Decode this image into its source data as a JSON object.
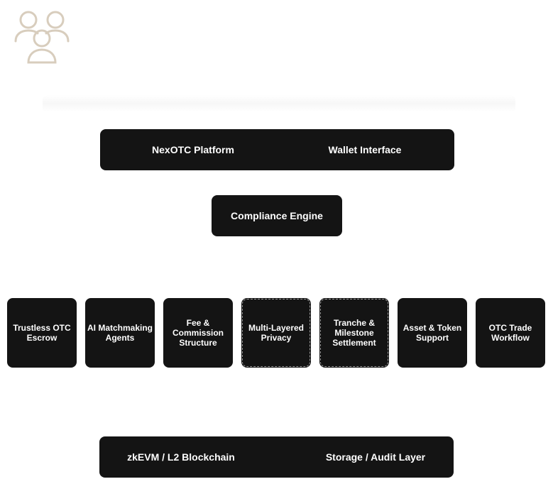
{
  "decor": {
    "icon": "users-group-icon",
    "icon_color": "#d8cdbd"
  },
  "colors": {
    "box_fill": "#141414",
    "box_text": "#ffffff"
  },
  "top_layer": {
    "left_label": "NexOTC Platform",
    "right_label": "Wallet Interface"
  },
  "compliance": {
    "label": "Compliance Engine"
  },
  "modules": [
    {
      "label": "Trustless OTC Escrow"
    },
    {
      "label": "AI Matchmaking Agents"
    },
    {
      "label": "Fee & Commission Structure"
    },
    {
      "label": "Multi-Layered Privacy"
    },
    {
      "label": "Tranche & Milestone Settlement"
    },
    {
      "label": "Asset & Token Support"
    },
    {
      "label": "OTC Trade Workflow"
    }
  ],
  "bottom_layer": {
    "left_label": "zkEVM / L2 Blockchain",
    "right_label": "Storage / Audit Layer"
  }
}
